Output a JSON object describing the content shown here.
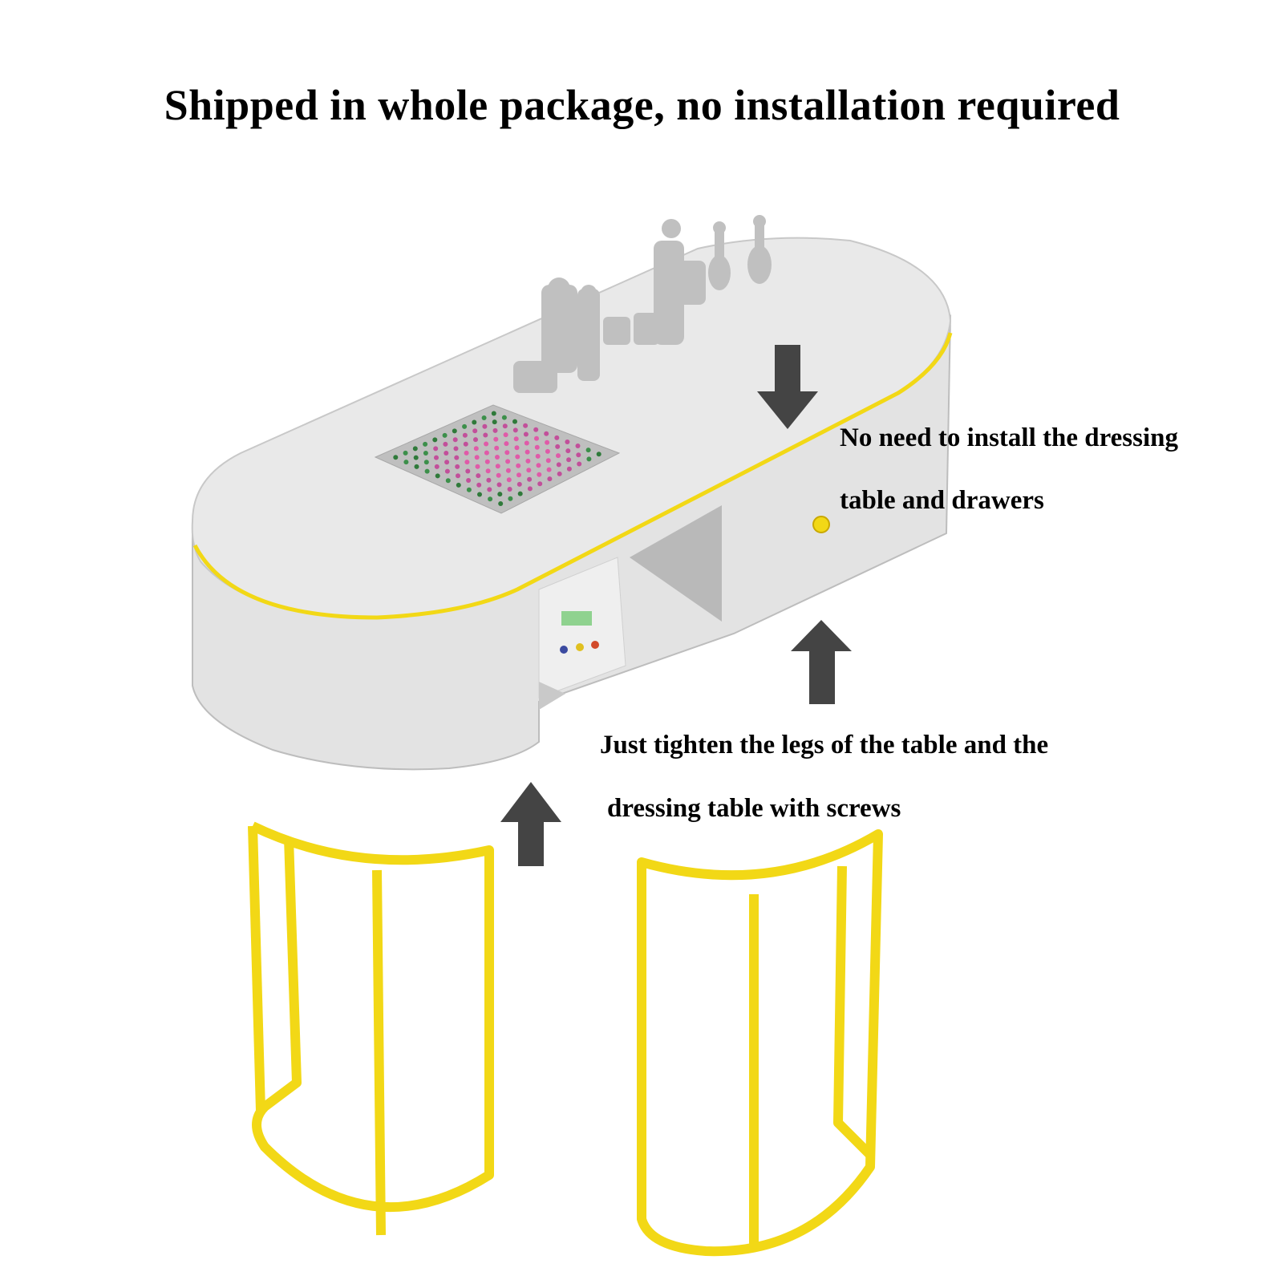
{
  "headline": "Shipped in whole package, no installation required",
  "annotations": {
    "drawers_note": {
      "line1": "No need to install the dressing",
      "line2": "table and drawers"
    },
    "legs_note": {
      "line1": "Just tighten the legs of the table and the",
      "line2": "dressing table with screws"
    }
  },
  "colors": {
    "accent_yellow": "#f2d816",
    "table_body": "#e3e3e3",
    "table_top": "#e9e9e9",
    "arrow": "#444444",
    "decor_gray": "#c0c0c0"
  },
  "icons": {
    "arrow_down": "arrow-down-icon",
    "arrow_up": "arrow-up-icon"
  }
}
